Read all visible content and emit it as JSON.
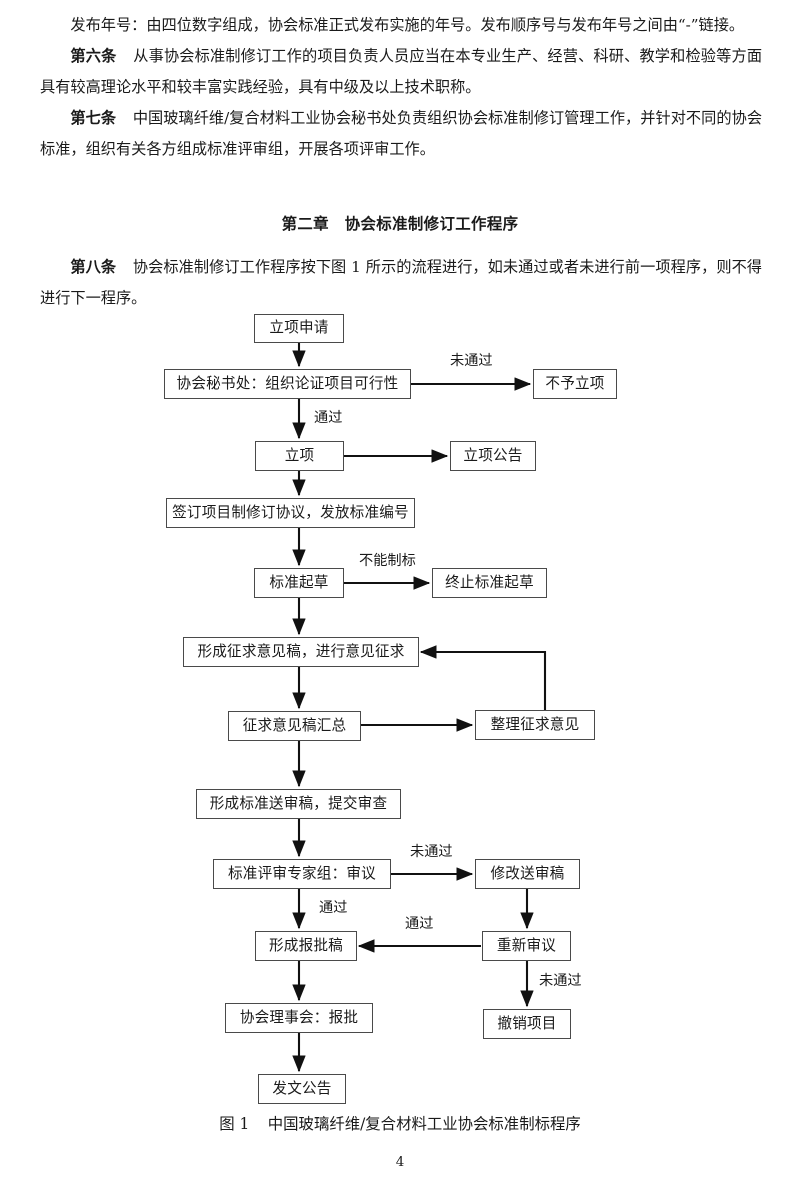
{
  "document": {
    "page_number": "4",
    "paragraphs": [
      {
        "id": "release-year-cont",
        "indent": true,
        "text": "发布年号：由四位数字组成，协会标准正式发布实施的年号。发布顺序号与发布年号之间由“-”链接。"
      },
      {
        "id": "article-6",
        "indent": true,
        "label": "第六条",
        "text": "从事协会标准制修订工作的项目负责人员应当在本专业生产、经营、科研、教学和检验等方面具有较高理论水平和较丰富实践经验，具有中级及以上技术职称。"
      },
      {
        "id": "article-7",
        "indent": true,
        "label": "第七条",
        "text": "中国玻璃纤维/复合材料工业协会秘书处负责组织协会标准制修订管理工作，并针对不同的协会标准，组织有关各方组成标准评审组，开展各项评审工作。"
      }
    ],
    "chapter_heading": "第二章　协会标准制修订工作程序",
    "article_8": {
      "label": "第八条",
      "text": "协会标准制修订工作程序按下图 1 所示的流程进行，如未通过或者未进行前一项程序，则不得进行下一程序。"
    },
    "figure_caption": {
      "number": "图 1",
      "title": "中国玻璃纤维/复合材料工业协会标准制标程序"
    }
  },
  "flowchart": {
    "nodes": [
      {
        "id": "apply",
        "label": "立项申请"
      },
      {
        "id": "secretariat",
        "label": "协会秘书处：组织论证项目可行性"
      },
      {
        "id": "reject",
        "label": "不予立项"
      },
      {
        "id": "approve",
        "label": "立项"
      },
      {
        "id": "approve-notice",
        "label": "立项公告"
      },
      {
        "id": "sign-agreement",
        "label": "签订项目制修订协议，发放标准编号"
      },
      {
        "id": "draft",
        "label": "标准起草"
      },
      {
        "id": "stop-draft",
        "label": "终止标准起草"
      },
      {
        "id": "comment-draft",
        "label": "形成征求意见稿，进行意见征求"
      },
      {
        "id": "comment-summary",
        "label": "征求意见稿汇总"
      },
      {
        "id": "organize-comment",
        "label": "整理征求意见"
      },
      {
        "id": "review-draft",
        "label": "形成标准送审稿，提交审查"
      },
      {
        "id": "expert-review",
        "label": "标准评审专家组：审议"
      },
      {
        "id": "revise-draft",
        "label": "修改送审稿"
      },
      {
        "id": "approval-draft",
        "label": "形成报批稿"
      },
      {
        "id": "re-review",
        "label": "重新审议"
      },
      {
        "id": "council-approve",
        "label": "协会理事会：报批"
      },
      {
        "id": "cancel-project",
        "label": "撤销项目"
      },
      {
        "id": "publish-notice",
        "label": "发文公告"
      }
    ],
    "edge_labels": [
      {
        "id": "not-passed-1",
        "text": "未通过"
      },
      {
        "id": "passed-1",
        "text": "通过"
      },
      {
        "id": "cannot-draft",
        "text": "不能制标"
      },
      {
        "id": "not-passed-2",
        "text": "未通过"
      },
      {
        "id": "passed-2",
        "text": "通过"
      },
      {
        "id": "passed-3",
        "text": "通过"
      },
      {
        "id": "not-passed-3",
        "text": "未通过"
      }
    ]
  },
  "colors": {
    "text": "#1a1a1a",
    "box_border": "#4a4a4a",
    "wire": "#111111",
    "background": "#ffffff"
  }
}
